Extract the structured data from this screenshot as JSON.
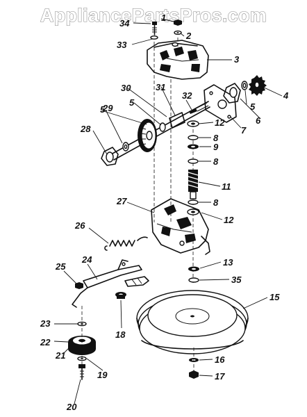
{
  "watermark": "AppliancePartsPros.com",
  "callouts": [
    {
      "id": "1",
      "text": "1"
    },
    {
      "id": "2",
      "text": "2"
    },
    {
      "id": "3",
      "text": "3"
    },
    {
      "id": "4",
      "text": "4"
    },
    {
      "id": "5a",
      "text": "5"
    },
    {
      "id": "5b",
      "text": "5"
    },
    {
      "id": "5c",
      "text": "5"
    },
    {
      "id": "6",
      "text": "6"
    },
    {
      "id": "7",
      "text": "7"
    },
    {
      "id": "8a",
      "text": "8"
    },
    {
      "id": "8b",
      "text": "8"
    },
    {
      "id": "8c",
      "text": "8"
    },
    {
      "id": "9",
      "text": "9"
    },
    {
      "id": "11",
      "text": "11"
    },
    {
      "id": "12a",
      "text": "12"
    },
    {
      "id": "12b",
      "text": "12"
    },
    {
      "id": "13",
      "text": "13"
    },
    {
      "id": "15",
      "text": "15"
    },
    {
      "id": "16",
      "text": "16"
    },
    {
      "id": "17",
      "text": "17"
    },
    {
      "id": "18",
      "text": "18"
    },
    {
      "id": "19",
      "text": "19"
    },
    {
      "id": "20",
      "text": "20"
    },
    {
      "id": "21",
      "text": "21"
    },
    {
      "id": "22",
      "text": "22"
    },
    {
      "id": "23",
      "text": "23"
    },
    {
      "id": "24",
      "text": "24"
    },
    {
      "id": "25",
      "text": "25"
    },
    {
      "id": "26",
      "text": "26"
    },
    {
      "id": "27",
      "text": "27"
    },
    {
      "id": "28",
      "text": "28"
    },
    {
      "id": "29",
      "text": "29"
    },
    {
      "id": "30",
      "text": "30"
    },
    {
      "id": "31",
      "text": "31"
    },
    {
      "id": "32",
      "text": "32"
    },
    {
      "id": "33",
      "text": "33"
    },
    {
      "id": "34",
      "text": "34"
    },
    {
      "id": "35",
      "text": "35"
    }
  ]
}
